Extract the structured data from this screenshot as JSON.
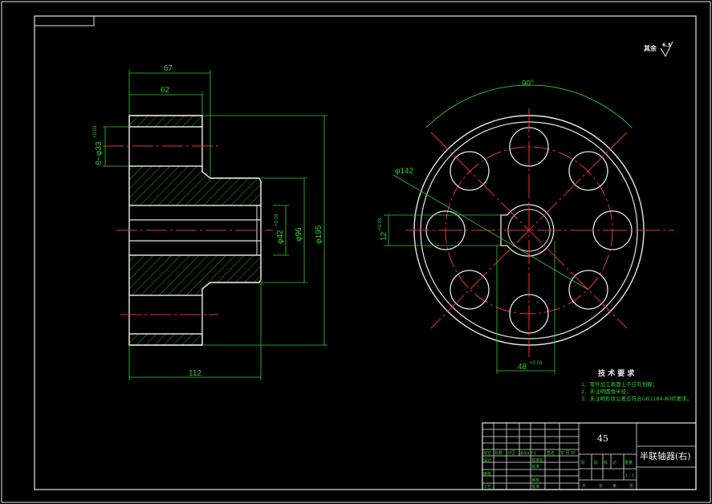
{
  "roughness": {
    "label": "其余",
    "value": "6.3"
  },
  "dimensions": {
    "d67": "67",
    "d62": "62",
    "d112": "112",
    "phi33": "φ33",
    "phi33_tol": "+0.03",
    "phi33_prefix": "8−",
    "phi42": "φ42",
    "phi42_tol": "+0.03",
    "phi96": "φ96",
    "phi195": "φ195",
    "phi142": "φ142",
    "angle90": "90°",
    "d48": "48",
    "d48_tol": "+0.03",
    "d12": "12",
    "d12_tol": "+0.03"
  },
  "notes": {
    "title": "技 术 要 求",
    "items": [
      "1、零件加工表面上不应有划痕；",
      "2、未注明圆角半径；",
      "3、未注明形状公差应符合GB1184-80的要求。"
    ]
  },
  "title_block": {
    "material": "45",
    "part_name": "半联轴器(右)",
    "row1": [
      "标记",
      "处数",
      "分区",
      "更改文件号",
      "签名",
      "年 月 日"
    ],
    "designer": "设计",
    "standardization": "标准化",
    "approval_label": "批准",
    "checker": "审核",
    "process": "工艺",
    "approve": "批准",
    "audit": "审核",
    "stage_headers": [
      "阶",
      "段",
      "标",
      "记",
      "重量",
      "比例"
    ],
    "scale": "1 : 1",
    "sheet_left": "共",
    "sheet_mid": "张",
    "sheet_right": "第",
    "sheet_end": "张"
  }
}
